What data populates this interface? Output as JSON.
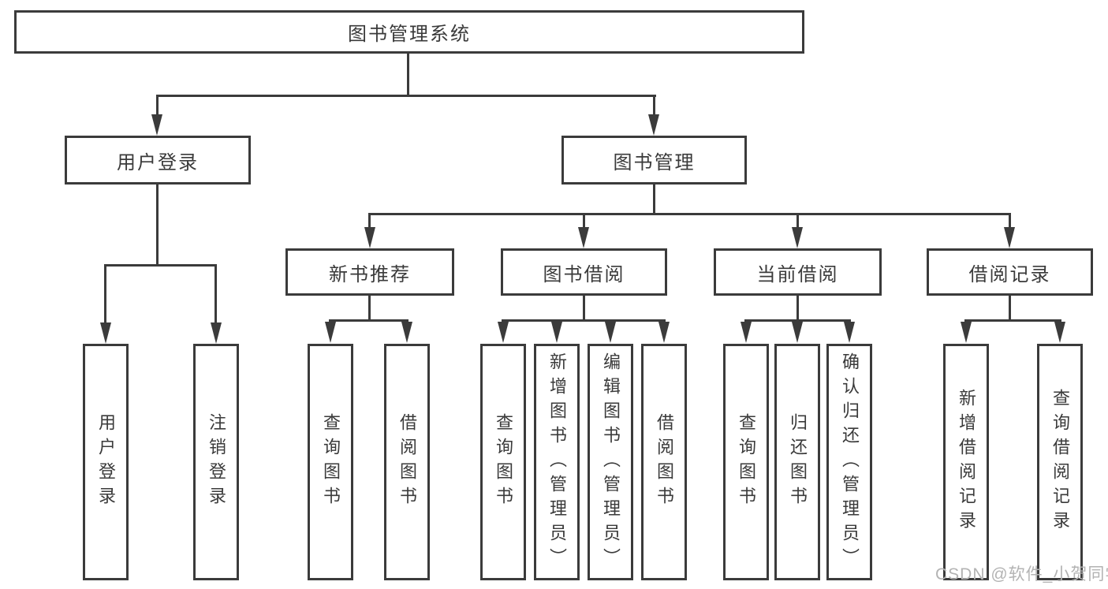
{
  "diagram": {
    "title": "图书管理系统",
    "level2": [
      {
        "id": "user-login",
        "label": "用户登录"
      },
      {
        "id": "book-management",
        "label": "图书管理"
      }
    ],
    "level3": [
      {
        "id": "new-book-recommendation",
        "label": "新书推荐"
      },
      {
        "id": "book-borrowing",
        "label": "图书借阅"
      },
      {
        "id": "current-borrowing",
        "label": "当前借阅"
      },
      {
        "id": "borrowing-records",
        "label": "借阅记录"
      }
    ],
    "leaves": {
      "user_login": [
        "用户登录",
        "注销登录"
      ],
      "new_book_recommend": [
        "查询图书",
        "借阅图书"
      ],
      "book_borrow": [
        "查询图书",
        "新增图书（管理员）",
        "编辑图书（管理员）",
        "借阅图书"
      ],
      "current_borrow": [
        "查询图书",
        "归还图书",
        "确认归还（管理员）"
      ],
      "borrow_records": [
        "新增借阅记录",
        "查询借阅记录"
      ]
    }
  },
  "watermark": {
    "text": "CSDN @软件_小贺同学"
  },
  "colors": {
    "line": "#3b3b3b",
    "text": "#3a3a3a",
    "watermark": "#b3b3b3",
    "background": "#ffffff"
  }
}
